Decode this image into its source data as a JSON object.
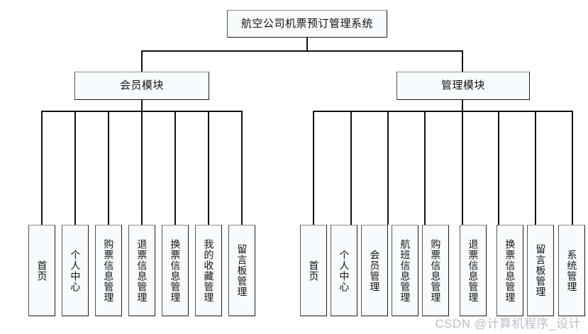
{
  "diagram": {
    "root": {
      "label": "航空公司机票预订管理系统"
    },
    "modules": [
      {
        "id": "member",
        "label": "会员模块"
      },
      {
        "id": "admin",
        "label": "管理模块"
      }
    ],
    "member_leaves": [
      {
        "label": "首页"
      },
      {
        "label": "个人中心"
      },
      {
        "label": "购票信息管理"
      },
      {
        "label": "退票信息管理"
      },
      {
        "label": "换票信息管理"
      },
      {
        "label": "我的收藏管理"
      },
      {
        "label": "留言板管理"
      }
    ],
    "admin_leaves": [
      {
        "label": "首页"
      },
      {
        "label": "个人中心"
      },
      {
        "label": "会员管理"
      },
      {
        "label": "航班信息管理"
      },
      {
        "label": "购票信息管理"
      },
      {
        "label": "退票信息管理"
      },
      {
        "label": "换票信息管理"
      },
      {
        "label": "留言板管理"
      },
      {
        "label": "系统管理"
      }
    ]
  },
  "watermark": {
    "text": "CSDN @计算机程序_设计"
  },
  "colors": {
    "background": "#ffffff",
    "box_fill": "#f8fbfe",
    "box_border": "#1a1a1a",
    "line": "#111111",
    "text": "#111111",
    "watermark": "#b9bec6"
  }
}
